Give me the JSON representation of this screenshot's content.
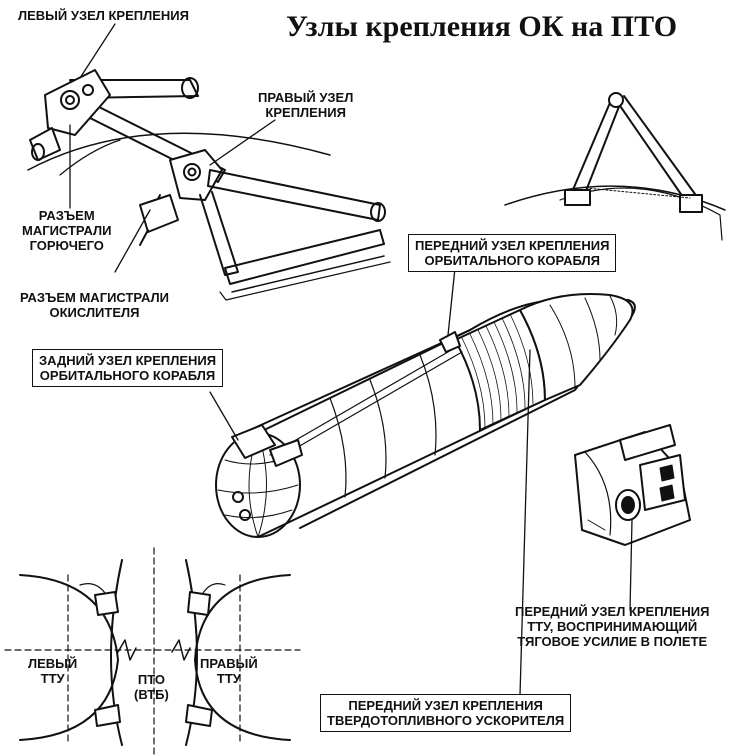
{
  "title": "Узлы крепления ОК на ПТО",
  "labels": {
    "left_node": "ЛЕВЫЙ УЗЕЛ КРЕПЛЕНИЯ",
    "right_node_1": "ПРАВЫЙ УЗЕЛ",
    "right_node_2": "КРЕПЛЕНИЯ",
    "fuel_1": "РАЗЪЕМ",
    "fuel_2": "МАГИСТРАЛИ",
    "fuel_3": "ГОРЮЧЕГО",
    "oxid_1": "РАЗЪЕМ МАГИСТРАЛИ",
    "oxid_2": "ОКИСЛИТЕЛЯ",
    "front_orb_1": "ПЕРЕДНИЙ УЗЕЛ КРЕПЛЕНИЯ",
    "front_orb_2": "ОРБИТАЛЬНОГО КОРАБЛЯ",
    "rear_orb_1": "ЗАДНИЙ УЗЕЛ КРЕПЛЕНИЯ",
    "rear_orb_2": "ОРБИТАЛЬНОГО КОРАБЛЯ",
    "ttu_front_1": "ПЕРЕДНИЙ УЗЕЛ КРЕПЛЕНИЯ",
    "ttu_front_2": "ТТУ, ВОСПРИНИМАЮЩИЙ",
    "ttu_front_3": "ТЯГОВОЕ УСИЛИЕ В ПОЛЕТЕ",
    "srb_front_1": "ПЕРЕДНИЙ УЗЕЛ КРЕПЛЕНИЯ",
    "srb_front_2": "ТВЕРДОТОПЛИВНОГО УСКОРИТЕЛЯ",
    "left_ttu_1": "ЛЕВЫЙ",
    "left_ttu_2": "ТТУ",
    "pto_1": "ПТО",
    "pto_2": "(ВТБ)",
    "right_ttu_1": "ПРАВЫЙ",
    "right_ttu_2": "ТТУ"
  }
}
